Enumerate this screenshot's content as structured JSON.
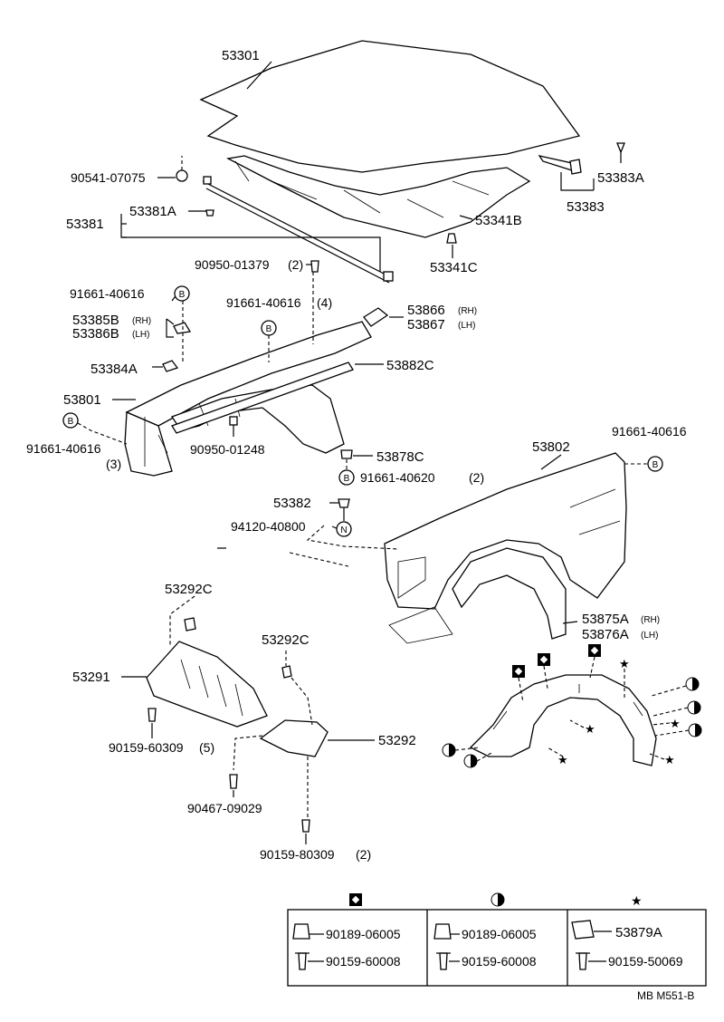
{
  "diagram_code": "MB M551-B",
  "labels": {
    "l53301": "53301",
    "l90541": "90541-07075",
    "l53381": "53381",
    "l53381A": "53381A",
    "l53383A": "53383A",
    "l53383": "53383",
    "l53341B": "53341B",
    "l53341C": "53341C",
    "l90950_01379": "90950-01379",
    "l90950_01379_q": "(2)",
    "l91661_a": "91661-40616",
    "l91661_b": "91661-40616",
    "l91661_b_q": "(4)",
    "l53385B": "53385B",
    "l53385B_side": "(RH)",
    "l53386B": "53386B",
    "l53386B_side": "(LH)",
    "l53866": "53866",
    "l53866_side": "(RH)",
    "l53867": "53867",
    "l53867_side": "(LH)",
    "l53384A": "53384A",
    "l53882C": "53882C",
    "l53801": "53801",
    "l91661_c": "91661-40616",
    "l91661_c_q": "(3)",
    "l90950_01248": "90950-01248",
    "l53878C": "53878C",
    "l91661_40620": "91661-40620",
    "l91661_40620_q": "(2)",
    "l53802": "53802",
    "l91661_d": "91661-40616",
    "l53382": "53382",
    "l94120": "94120-40800",
    "l53875A": "53875A",
    "l53875A_side": "(RH)",
    "l53876A": "53876A",
    "l53876A_side": "(LH)",
    "l53292C_a": "53292C",
    "l53292C_b": "53292C",
    "l53291": "53291",
    "l53292": "53292",
    "l90159_60309_a": "90159-60309",
    "l90159_60309_a_q": "(5)",
    "l90467": "90467-09029",
    "l90159_80309": "90159-80309",
    "l90159_80309_q": "(2)"
  },
  "callout_letters": {
    "b": "B",
    "n": "N"
  },
  "legend": {
    "col1": {
      "row1": "90189-06005",
      "row2": "90159-60008"
    },
    "col2": {
      "row1": "90189-06005",
      "row2": "90159-60008"
    },
    "col3": {
      "row1": "53879A",
      "row2": "90159-50069"
    }
  }
}
